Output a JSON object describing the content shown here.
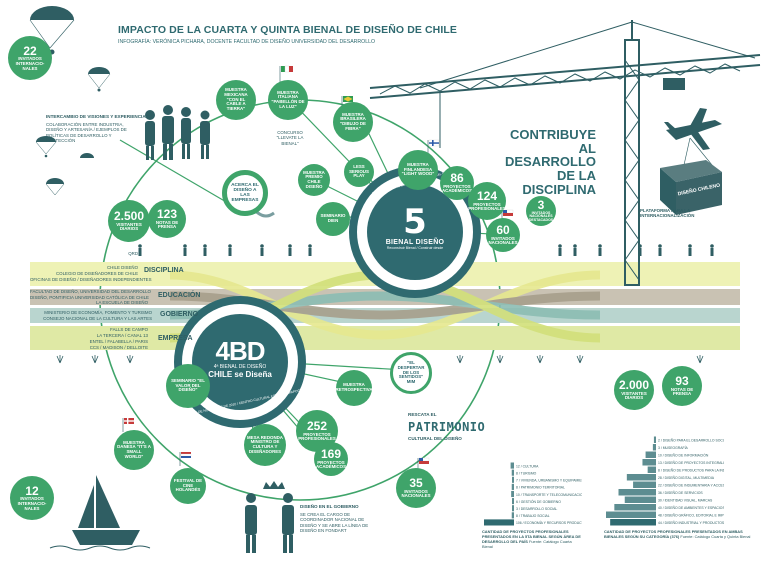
{
  "header": {
    "title": "IMPACTO DE LA CUARTA Y QUINTA BIENAL DE DISEÑO DE CHILE",
    "subtitle": "INFOGRAFÍA: VERÓNICA PICHARA, DOCENTE FACULTAD DE DISEÑO UNIVERSIDAD DEL DESARROLLO"
  },
  "bubbles": {
    "invitados_top": {
      "n": "22",
      "t": "INVITADOS INTERNACIO- NALES"
    },
    "muestra_mexicana": {
      "t": "MUESTRA MEXICANA \"CON EL CABLE A TIERRA\""
    },
    "muestra_italiana": {
      "t": "MUESTRA ITALIANA \"PABELLÓN DE LA LUZ\""
    },
    "muestra_brasilera": {
      "t": "MUESTRA BRASILERA \"DIBUJO DE FIBRA\""
    },
    "muestra_finlandesa": {
      "t": "MUESTRA FINLANDESA \"LIGHT WOOD\""
    },
    "premio_chile": {
      "t": "MUESTRA PREMIO CHILE DISEÑO"
    },
    "less_serious": {
      "t": "LESS SERIOUS PLAY"
    },
    "seminario_dien": {
      "t": "SEMINARIO DIEN"
    },
    "acerca": {
      "t": "ACERCA EL DISEÑO A LAS EMPRESAS"
    },
    "visitantes_top": {
      "n": "2.500",
      "t": "VISITANTES DIARIOS"
    },
    "notas_top": {
      "n": "123",
      "t": "NOTAS DE PRENSA"
    },
    "proy_academicos_top": {
      "n": "86",
      "t": "PROYECTOS ACADÉMICOS"
    },
    "proy_prof_top": {
      "n": "124",
      "t": "PROYECTOS PROFESIONALES"
    },
    "nac_destacados": {
      "n": "3",
      "t": "INVITADOS NACIONALES DESTACADOS"
    },
    "nac_60": {
      "n": "60",
      "t": "INVITADOS NACIONALES"
    },
    "seminario_valor": {
      "t": "SEMINARIO \"EL VALOR DEL DISEÑO\""
    },
    "despertar": {
      "t": "\"EL DESPERTAR DE LOS SENTIDOS\" MIM"
    },
    "retrospectiva": {
      "t": "MUESTRA RETROSPECTIVA"
    },
    "visitantes_bottom": {
      "n": "2.000",
      "t": "VISITANTES DIARIOS"
    },
    "notas_bottom": {
      "n": "93",
      "t": "NOTAS DE PRENSA"
    },
    "proy_prof_bottom": {
      "n": "252",
      "t": "PROYECTOS PROFESIONALES"
    },
    "proy_acad_bottom": {
      "n": "169",
      "t": "PROYECTOS ACADÉMICOS"
    },
    "mesa": {
      "t": "MESA REDONDA MINISTRO DE CULTURA Y DISEÑADORES"
    },
    "danesa": {
      "t": "MUESTRA DANESA \"IT'S A SMALL WORLD\""
    },
    "festival": {
      "t": "FESTIVAL DE CINE HOLANDÉS"
    },
    "nac_35": {
      "n": "35",
      "t": "INVITADOS NACIONALES"
    },
    "invitados_bottom": {
      "n": "12",
      "t": "INVITADOS INTERNACIO- NALES"
    }
  },
  "texts": {
    "concurso": "CONCURSO \"LLEVATE LA BIENAL\"",
    "intercambio": "INTERCAMBIO DE VISIONES Y EXPERIENCIAS",
    "intercambio_sub": "COLABORACIÓN ENTRE INDUSTRIA, DISEÑO Y ARTESANÍA / EJEMPLOS DE POLÍTICAS DE DESARROLLO Y PROTECCIÓN",
    "contribuye": "CONTRIBUYE AL DESARROLLO DE LA DISCIPLINA",
    "plataforma": "PLATAFORMA PARA LA INTERNACIONALIZACIÓN",
    "crate": "DISEÑO CHILENO",
    "rescata": "RESCATA EL",
    "patrimonio": "PATRIMONIO",
    "cultural": "CULTURAL DEL DISEÑO",
    "gobierno_note": "DISEÑO EN EL GOBIERNO",
    "gobierno_note_sub": "SE CREA EL CARGO DE COORDINADOR NACIONAL DE DISEÑO Y SE ABRE LA LÍNEA DE DISEÑO EN FONDART",
    "bienal5_name": "BIENAL DISEÑO",
    "bienal5_sub": "Reconstruir Bienal / Construir desde",
    "bienal5_ring": "5 AL 15 DE ENERO 2012 / CENTRO CULTURAL ESTACIÓN MAPOCHO",
    "bienal4_name": "4ª BIENAL DE DISEÑO",
    "bienal4_name2": "CHILE se Diseña",
    "bienal4_ring": "2 AL 15 DE NOVIEMBRE DE 2010 / CENTRO CULTURAL ESTACIÓN MAPOCHO"
  },
  "bands": {
    "disciplina": "DISCIPLINA",
    "educacion": "EDUCACIÓN",
    "gobierno": "GOBIERNO",
    "empresa": "EMPRESA"
  },
  "band_notes": [
    "QRD",
    "CHILE DISEÑO",
    "COLEGIO DE DISEÑADORES DE CHILE",
    "OFICINAS DE DISEÑO / DISEÑADORES INDEPENDIENTES",
    "FACULTAD DE DISEÑO, UNIVERSIDAD DEL DESARROLLO",
    "DISEÑO, PONTIFICIA UNIVERSIDAD CATÓLICA DE CHILE",
    "LA ESCUELA DE DISEÑO",
    "MINISTERIO DE ECONOMÍA, FOMENTO Y TURISMO",
    "CONSEJO NACIONAL DE LA CULTURA Y LAS ARTES",
    "FALLS DE CAMPO",
    "LA TERCERA / CANAL 13",
    "ENTEL / FALABELLA / PARIS",
    "CCS / MADISON / DELLOITE"
  ],
  "chart_data": [
    {
      "type": "bar",
      "orientation": "horizontal",
      "categories": [
        "12 / CULTURA",
        "8 / TURISMO",
        "7 / VIVIENDA, URBANISMO Y EQUIPAMIENTO",
        "8 / PATRIMONIO TERRITORIAL",
        "10 / TRANSPORTE Y TELECOMUNICACIONES",
        "6 / GESTIÓN DE GOBIERNO",
        "3 / DESARROLLO SOCIAL",
        "8 / TRABAJO SOCIAL",
        "106 / ECONOMÍA Y RECURSOS PRODUCTIVOS"
      ],
      "values": [
        12,
        8,
        7,
        8,
        10,
        6,
        3,
        8,
        106
      ],
      "caption": "CANTIDAD DE PROYECTOS PROFESIONALES PRESENTADOS EN LA 5TA BIENAL SEGÚN ÁREA DE DESARROLLO DEL PAÍS",
      "source": "Fuente: Catálogo Cuarta Bienal"
    },
    {
      "type": "bar",
      "orientation": "horizontal",
      "categories": [
        "2 / DISEÑO PARA EL DESARROLLO SOCIAL",
        "3 / MUSEOGRAFÍA",
        "10 / DISEÑO DE INFORMACIÓN",
        "13 / DISEÑO DE PROYECTOS INTEGRALES",
        "8 / DISEÑO DE PRODUCTOS PARA LA INDUSTRIA",
        "28 / DISEÑO DIGITAL, MULTIMEDIA",
        "22 / DISEÑO DE INDUMENTARIA Y ACCESORIOS",
        "36 / DISEÑO DE SERVICIOS",
        "30 / IDENTIDAD VISUAL, MARCAS",
        "40 / DISEÑO DE AMBIENTES Y ESPACIOS",
        "48 / DISEÑO GRÁFICO, EDITORIAL E IMPRESOS",
        "44 / DISEÑO INDUSTRIAL Y PRODUCTOS"
      ],
      "values": [
        2,
        3,
        10,
        13,
        8,
        28,
        22,
        36,
        30,
        40,
        48,
        44
      ],
      "caption": "CANTIDAD DE PROYECTOS PROFESIONALES PRESENTADOS EN AMBAS BIENALES SEGÚN SU CATEGORÍA (376)",
      "source": "Fuente: Catálogo Cuarta y Quinta Bienal"
    }
  ]
}
